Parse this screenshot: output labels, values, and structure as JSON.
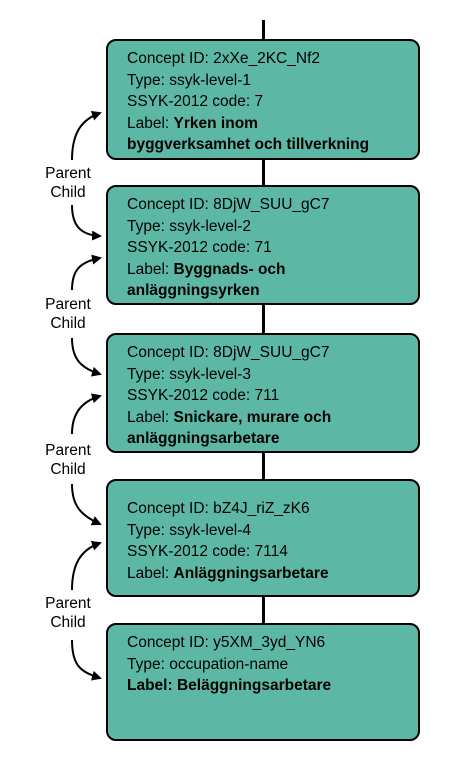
{
  "nodes": [
    {
      "concept_id": "Concept ID: 2xXe_2KC_Nf2",
      "type": "Type: ssyk-level-1",
      "code": "SSYK-2012 code: 7",
      "label_prefix": "Label:",
      "label_line1": "Yrken inom",
      "label_line2": "byggverksamhet och tillverkning"
    },
    {
      "concept_id": "Concept ID: 8DjW_SUU_gC7",
      "type": "Type: ssyk-level-2",
      "code": "SSYK-2012 code: 71",
      "label_prefix": "Label:",
      "label_line1": "Byggnads- och",
      "label_line2": "anläggningsyrken"
    },
    {
      "concept_id": "Concept ID: 8DjW_SUU_gC7",
      "type": "Type: ssyk-level-3",
      "code": "SSYK-2012 code: 711",
      "label_prefix": "Label:",
      "label_line1": "Snickare, murare och",
      "label_line2": "anläggningsarbetare"
    },
    {
      "concept_id": "Concept ID: bZ4J_riZ_zK6",
      "type": "Type: ssyk-level-4",
      "code": "SSYK-2012 code: 7114",
      "label_prefix": "Label:",
      "label_line1": "Anläggningsarbetare"
    },
    {
      "concept_id": "Concept ID: y5XM_3yd_YN6",
      "type": "Type: occupation-name",
      "label_full": "Label: Beläggningsarbetare"
    }
  ],
  "relations": [
    {
      "top": "Parent",
      "bottom": "Child"
    },
    {
      "top": "Parent",
      "bottom": "Child"
    },
    {
      "top": "Parent",
      "bottom": "Child"
    },
    {
      "top": "Parent",
      "bottom": "Child"
    }
  ],
  "colors": {
    "box_fill": "#5cb8a5",
    "stroke": "#000000"
  }
}
